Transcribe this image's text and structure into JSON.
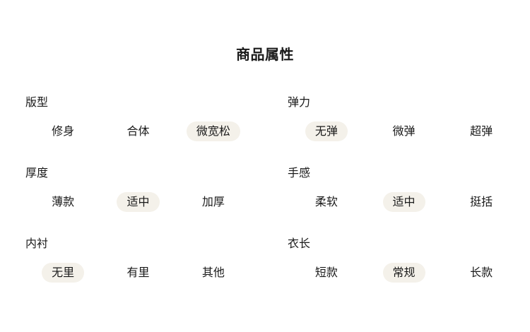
{
  "page": {
    "title": "商品属性",
    "background_color": "#ffffff",
    "text_color": "#1a1a1a",
    "selected_pill_color": "#f4f1ea"
  },
  "attributes": [
    {
      "label": "版型",
      "options": [
        {
          "text": "修身",
          "selected": false
        },
        {
          "text": "合体",
          "selected": false
        },
        {
          "text": "微宽松",
          "selected": true
        }
      ]
    },
    {
      "label": "弹力",
      "options": [
        {
          "text": "无弹",
          "selected": true
        },
        {
          "text": "微弹",
          "selected": false
        },
        {
          "text": "超弹",
          "selected": false
        }
      ]
    },
    {
      "label": "厚度",
      "options": [
        {
          "text": "薄款",
          "selected": false
        },
        {
          "text": "适中",
          "selected": true
        },
        {
          "text": "加厚",
          "selected": false
        }
      ]
    },
    {
      "label": "手感",
      "options": [
        {
          "text": "柔软",
          "selected": false
        },
        {
          "text": "适中",
          "selected": true
        },
        {
          "text": "挺括",
          "selected": false
        }
      ]
    },
    {
      "label": "内衬",
      "options": [
        {
          "text": "无里",
          "selected": true
        },
        {
          "text": "有里",
          "selected": false
        },
        {
          "text": "其他",
          "selected": false
        }
      ]
    },
    {
      "label": "衣长",
      "options": [
        {
          "text": "短款",
          "selected": false
        },
        {
          "text": "常规",
          "selected": true
        },
        {
          "text": "长款",
          "selected": false
        }
      ]
    }
  ]
}
